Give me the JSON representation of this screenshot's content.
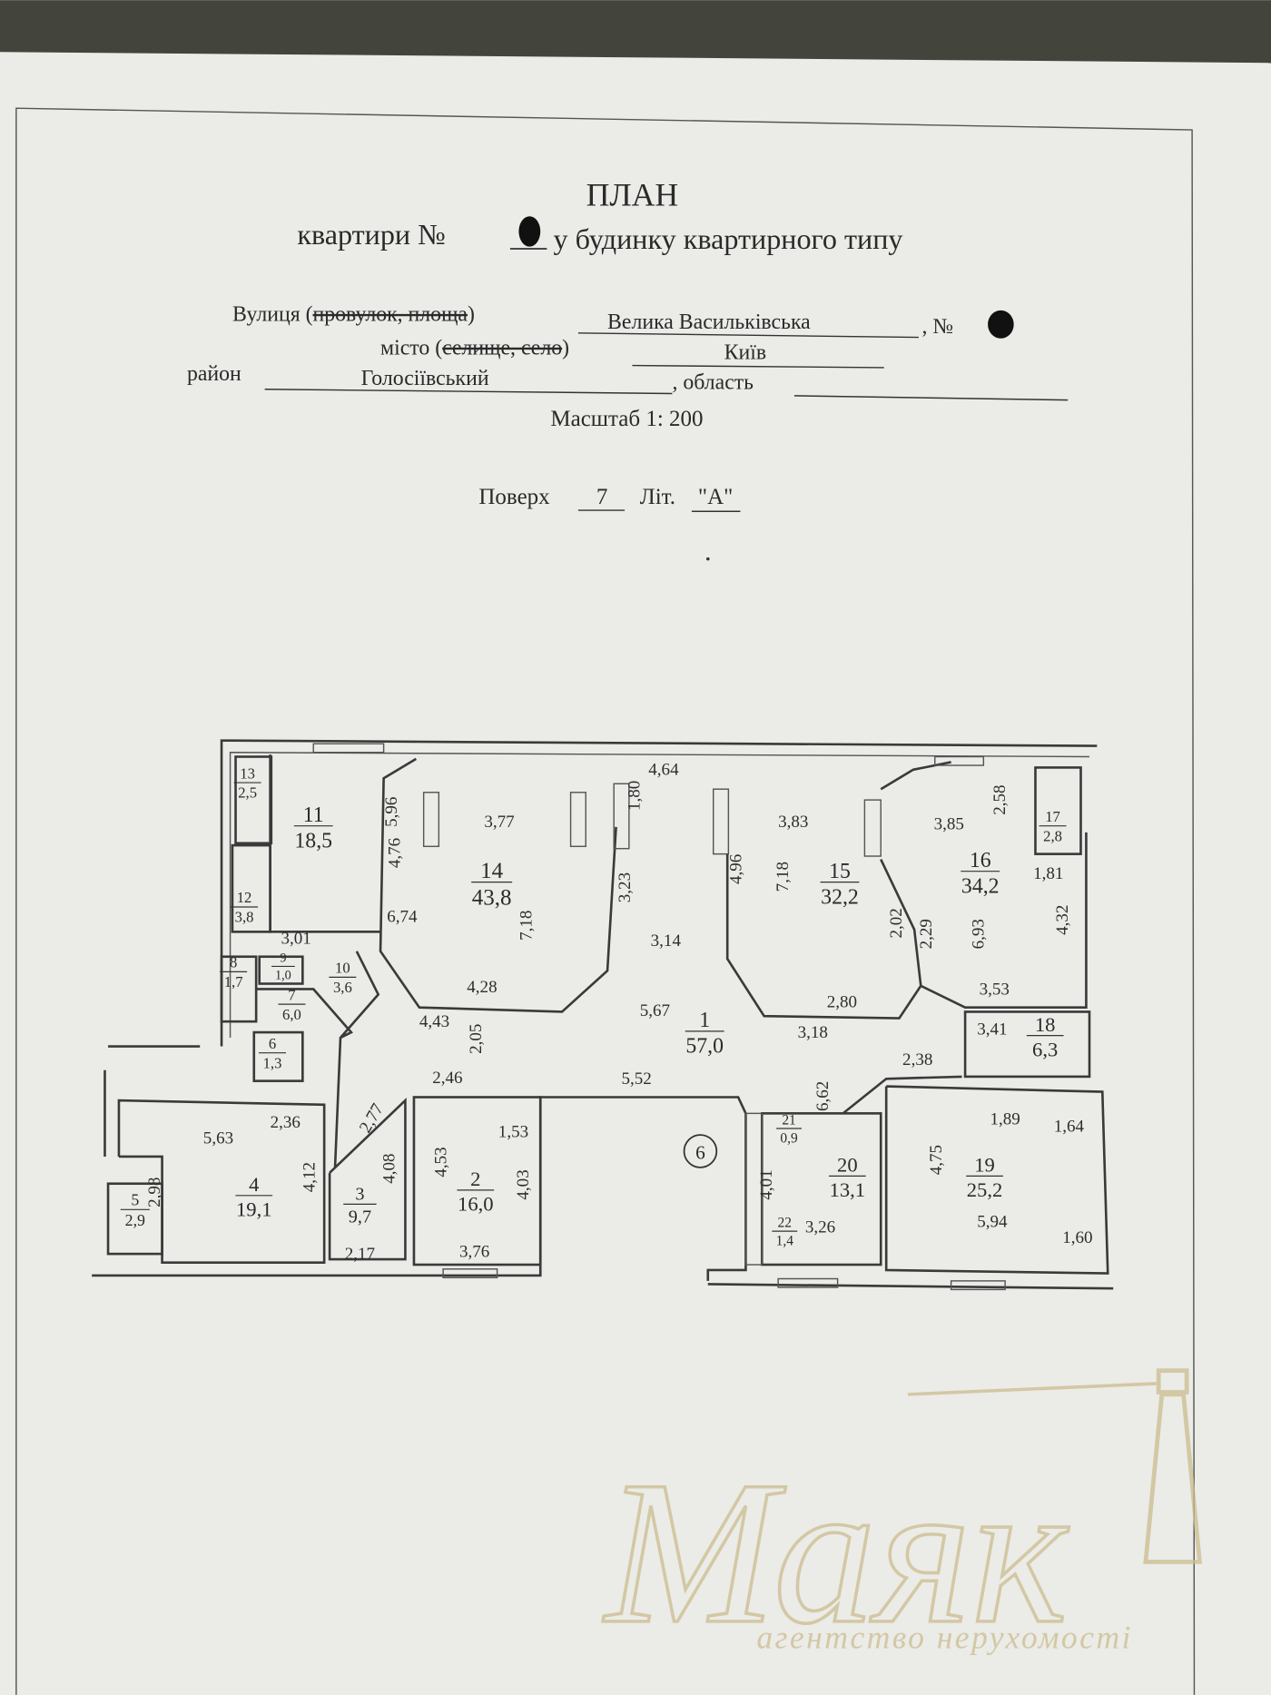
{
  "document": {
    "title": "ПЛАН",
    "subtitle_prefix": "квартири  №",
    "subtitle_suffix": "у будинку квартирного типу",
    "street_label": "Вулиця  (",
    "street_struck": "провулок, площа",
    "street_close": ")",
    "street_value": "Велика Васильківська",
    "number_label": ", №",
    "city_label": "місто (",
    "city_struck": "селище, село",
    "city_close": ")",
    "city_value": "Київ",
    "district_label": "район",
    "district_value": "Голосіївський",
    "region_label": ", область",
    "region_value": "",
    "scale": "Масштаб 1: 200",
    "floor_label": "Поверх",
    "floor_value": "7",
    "letter_label": "Літ.",
    "letter_value": "\"А\""
  },
  "plan": {
    "rooms": [
      {
        "num": "1",
        "area": "57,0"
      },
      {
        "num": "2",
        "area": "16,0"
      },
      {
        "num": "3",
        "area": "9,7"
      },
      {
        "num": "4",
        "area": "19,1"
      },
      {
        "num": "5",
        "area": "2,9"
      },
      {
        "num": "6",
        "area": "1,3"
      },
      {
        "num": "7",
        "area": "6,0"
      },
      {
        "num": "8",
        "area": "1,7"
      },
      {
        "num": "9",
        "area": "1,0"
      },
      {
        "num": "10",
        "area": "3,6"
      },
      {
        "num": "11",
        "area": "18,5"
      },
      {
        "num": "12",
        "area": "3,8"
      },
      {
        "num": "13",
        "area": "2,5"
      },
      {
        "num": "14",
        "area": "43,8"
      },
      {
        "num": "15",
        "area": "32,2"
      },
      {
        "num": "16",
        "area": "34,2"
      },
      {
        "num": "17",
        "area": "2,8"
      },
      {
        "num": "18",
        "area": "6,3"
      },
      {
        "num": "19",
        "area": "25,2"
      },
      {
        "num": "20",
        "area": "13,1"
      },
      {
        "num": "21",
        "area": "0,9"
      },
      {
        "num": "22",
        "area": "1,4"
      }
    ],
    "dimensions": [
      "5,96",
      "4,76",
      "6,74",
      "3,01",
      "3,77",
      "7,18",
      "4,28",
      "4,43",
      "2,05",
      "2,46",
      "4,64",
      "1,80",
      "3,23",
      "3,14",
      "5,67",
      "5,52",
      "3,83",
      "4,96",
      "7,18",
      "2,80",
      "3,18",
      "2,02",
      "2,29",
      "3,85",
      "2,58",
      "1,81",
      "6,93",
      "4,32",
      "3,53",
      "3,41",
      "2,38",
      "6,62",
      "1,89",
      "1,64",
      "4,75",
      "5,94",
      "1,60",
      "2,36",
      "5,63",
      "2,77",
      "4,12",
      "2,98",
      "4,08",
      "4,53",
      "1,53",
      "4,03",
      "2,17",
      "3,76",
      "4,01",
      "3,26"
    ],
    "stair_marker": "6"
  },
  "watermark": {
    "brand": "Маяк",
    "tagline": "агентство нерухомості",
    "color": "#cbbd8e"
  },
  "colors": {
    "paper": "#e9e9e6",
    "ink": "#2a2a2a",
    "table": "#3a3c36"
  }
}
